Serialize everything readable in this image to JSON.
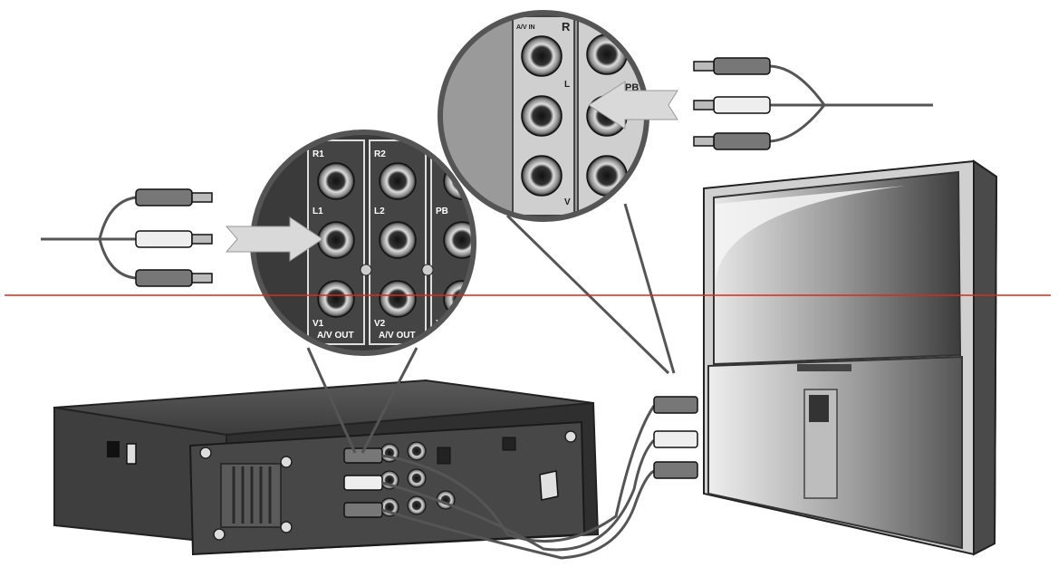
{
  "diagram": {
    "player_zoom": {
      "column1": {
        "top": "R1",
        "mid": "L1",
        "bottom": "V1",
        "footer": "A/V OUT"
      },
      "column2": {
        "top": "R2",
        "mid": "L2",
        "bottom": "V2",
        "footer": "A/V OUT"
      },
      "column3": {
        "top": "PB",
        "bottom": "Y"
      }
    },
    "tv_zoom": {
      "panel_title": "A/V IN",
      "labels": {
        "r": "R",
        "l": "L",
        "v": "V",
        "pb": "PB"
      }
    }
  },
  "colors": {
    "divider_line": "#d62c1e",
    "arrow": "#d9d9d9",
    "jack_bg": "#3a3a3a"
  },
  "icons": [
    "rca-plug-icon",
    "arrow-icon",
    "screw-icon"
  ]
}
